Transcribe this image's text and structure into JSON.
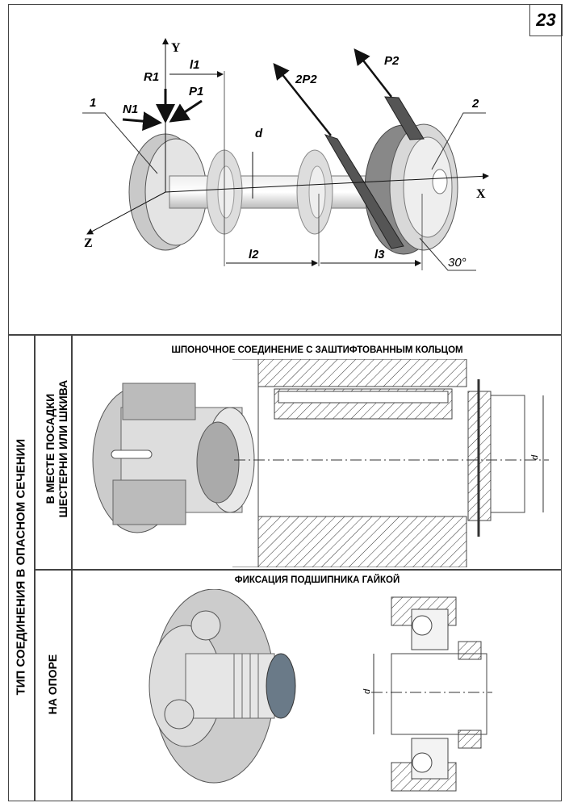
{
  "page": {
    "number_badge": "23"
  },
  "diagram": {
    "labels": {
      "axis_y": "Y",
      "axis_x": "X",
      "axis_z": "Z",
      "r1": "R1",
      "p1": "P1",
      "n1": "N1",
      "l1": "l1",
      "l2": "l2",
      "l3": "l3",
      "d": "d",
      "p2": "P2",
      "two_p2": "2P2",
      "angle": "30°",
      "part1": "1",
      "part2": "2"
    }
  },
  "table": {
    "side_header": "ТИП СОЕДИНЕНИЯ В ОПАСНОМ СЕЧЕНИИ",
    "rows": [
      {
        "label_line1": "В МЕСТЕ ПОСАДКИ",
        "label_line2": "ШЕСТЕРНИ ИЛИ ШКИВА",
        "caption": "ШПОНОЧНОЕ СОЕДИНЕНИЕ С ЗАШТИФТОВАННЫМ КОЛЬЦОМ",
        "dim": "d"
      },
      {
        "label_line1": "НА ОПОРЕ",
        "caption": "ФИКСАЦИЯ ПОДШИПНИКА ГАЙКОЙ",
        "dim": "d"
      }
    ]
  }
}
